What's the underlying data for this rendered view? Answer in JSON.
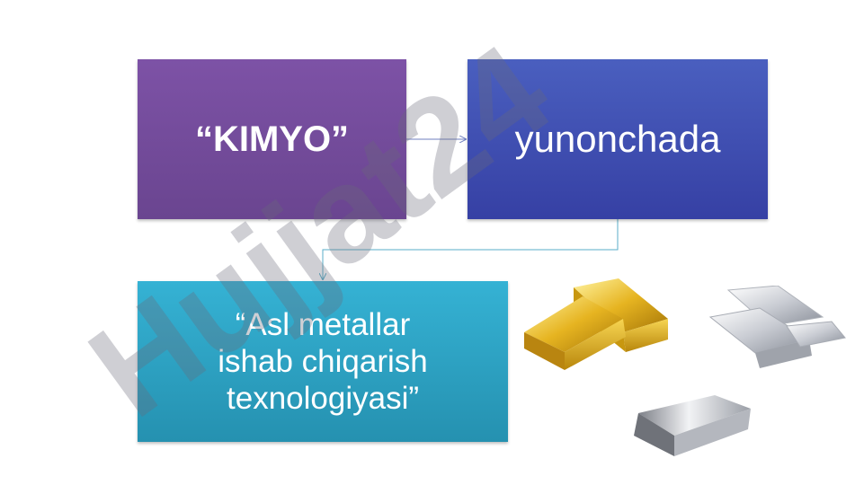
{
  "boxes": {
    "kimyo": "“KIMYO”",
    "yunonchada": "yunonchada",
    "asl_line1": "“Asl metallar",
    "asl_line2": "ishab chiqarish",
    "asl_line3": "texnologiyasi”"
  },
  "watermark": {
    "text": "Hujjat24"
  },
  "images": [
    {
      "name": "gold-bars"
    },
    {
      "name": "silver-bars-stack"
    },
    {
      "name": "silver-bar"
    }
  ]
}
